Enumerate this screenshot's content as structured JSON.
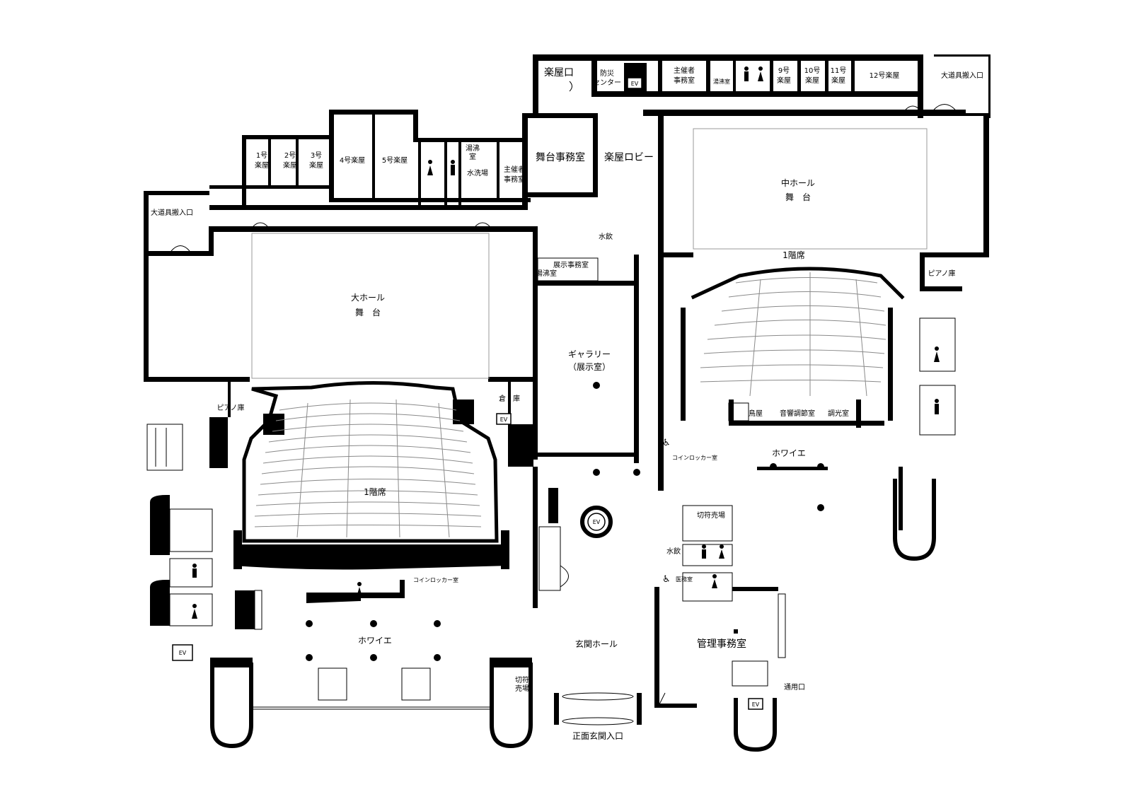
{
  "rooms": {
    "gakuya_guchi": "楽屋口",
    "bousai_center": [
      "防災",
      "センター"
    ],
    "shusaisha_jimushitsu_top": [
      "主催者",
      "事務室"
    ],
    "yuwakashi_top": "湯沸室",
    "gakuya_9": [
      "9号",
      "楽屋"
    ],
    "gakuya_10": [
      "10号",
      "楽屋"
    ],
    "gakuya_11": [
      "11号",
      "楽屋"
    ],
    "gakuya_12": "12号楽屋",
    "oodougu_right": "大道具搬入口",
    "gakuya_1": [
      "1号",
      "楽屋"
    ],
    "gakuya_2": [
      "2号",
      "楽屋"
    ],
    "gakuya_3": [
      "3号",
      "楽屋"
    ],
    "gakuya_4": "4号楽屋",
    "gakuya_5": "5号楽屋",
    "yuwakashi_mid": [
      "湯沸",
      "室"
    ],
    "mizuaraiba": "水洗場",
    "shusaisha_jimushitsu_mid": [
      "主催者",
      "事務室"
    ],
    "butai_jimushitsu": "舞台事務室",
    "gakuya_lobby": "楽屋ロビー",
    "oodougu_left": "大道具搬入口",
    "mizunomi_top": "水飲",
    "tenji_jimushitsu": "展示事務室",
    "yuwakashi_gallery": "湯沸室",
    "gallery": [
      "ギャラリー",
      "（展示室）"
    ],
    "dai_hall": [
      "大ホール",
      "舞　台"
    ],
    "naka_hall": [
      "中ホール",
      "舞　台"
    ],
    "naka_1f": "1階席",
    "piano_right": "ピアノ庫",
    "piano_left": "ピアノ庫",
    "souko": "倉　庫",
    "dai_1f": "1階席",
    "toriya": "鳥屋",
    "onkyo": "音響調節室",
    "choukou": "調光室",
    "coin_locker_right": "コインロッカー室",
    "foyer_right": "ホワイエ",
    "kippu_right": "切符売場",
    "mizunomi_mid": "水飲",
    "kyugo": "医務室",
    "coin_locker_left": "コインロッカー室",
    "foyer_left": "ホワイエ",
    "genkan_hall": "玄関ホール",
    "kanri_jimushitsu": "管理事務室",
    "kippu_left": [
      "切符",
      "売場"
    ],
    "tsuyouguchi": "通用口",
    "shomen_genkan": "正面玄関入口",
    "ev": "EV"
  }
}
